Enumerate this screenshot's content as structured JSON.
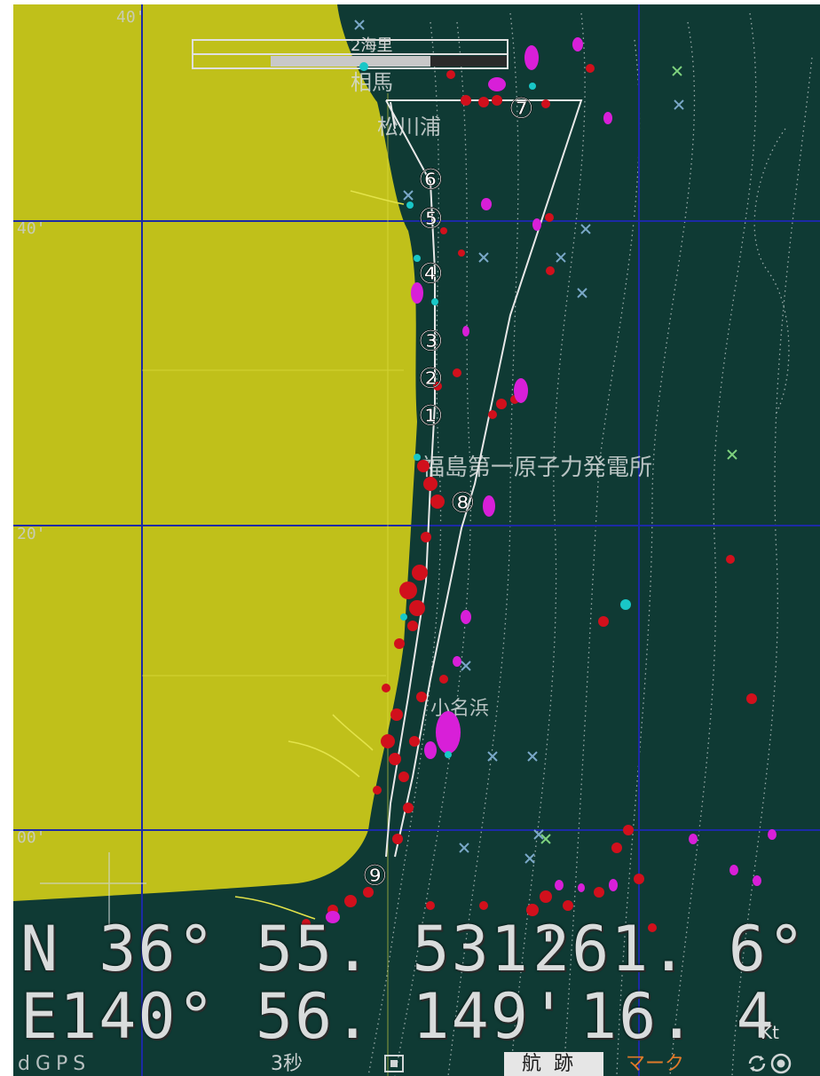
{
  "map": {
    "grid_labels": {
      "lon_top": "40'",
      "lat_40": "40'",
      "lat_20": "20'",
      "lat_00": "00'"
    },
    "scale_label": "2海里",
    "place_labels": {
      "soma": "相馬",
      "matsukawaura": "松川浦",
      "npp": "福島第一原子力発電所",
      "onahama": "小名浜"
    },
    "points": [
      "⑦",
      "⑥",
      "⑤",
      "④",
      "③",
      "②",
      "①",
      "⑧",
      "⑨"
    ]
  },
  "readout": {
    "lat": "N 36° 55. 531'",
    "lon": "E140° 56. 149'",
    "heading": "261. 6°",
    "speed": "16. 4",
    "speed_unit": "Kt"
  },
  "status": {
    "gps": "dGPS",
    "interval": "3秒",
    "track": "航跡",
    "mark": "マーク"
  },
  "icons": {
    "center": "center-square-icon",
    "cycle": "cycle-arrows-icon",
    "target": "target-icon"
  },
  "colors": {
    "sea": "#0f3a34",
    "land": "#c0c01a",
    "grid": "#1c2aa6",
    "track": "#e8e8e8",
    "mark_red": "#d1101c",
    "mark_magenta": "#d81fd8",
    "mark_cyan": "#19c7c7"
  }
}
